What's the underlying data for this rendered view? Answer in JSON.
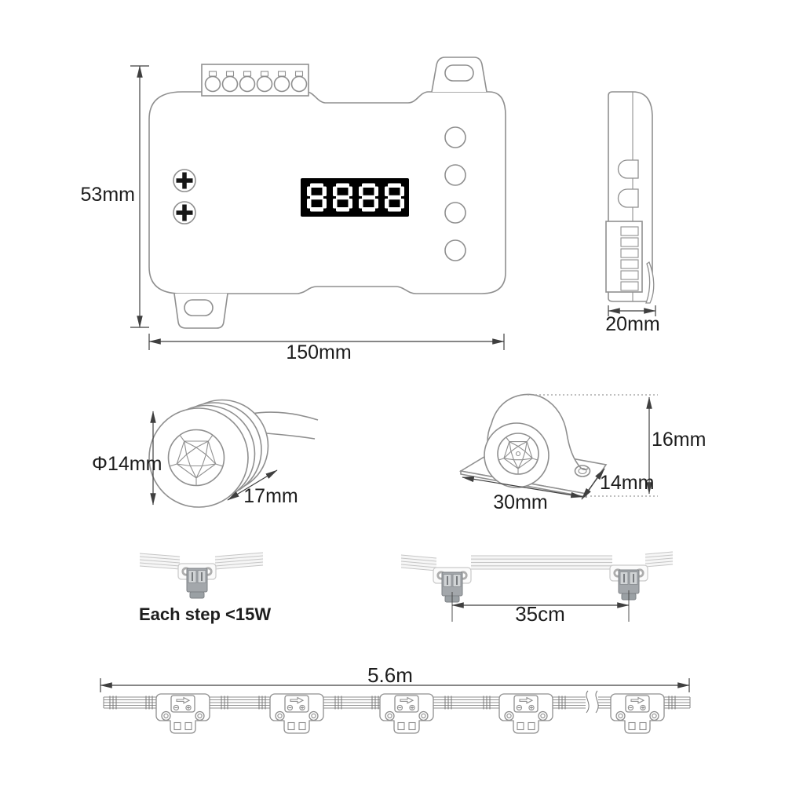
{
  "title": "LED controller and PIR sensor dimensions diagram",
  "colors": {
    "outline": "#8f8f8f",
    "dimension": "#3f3f3f",
    "text": "#1d1d1d",
    "display_bg": "#000000",
    "display_fg": "#ffffff",
    "photo_edge": "#c9c9c9",
    "photo_socket": "#a3a7ab",
    "photo_socket_edge": "#7e8286",
    "photo_clip": "#d0d3d5",
    "photo_slot": "#63676a",
    "ribbon_line": "#c6c6c6",
    "ribbon_fill": "#f6f6f6"
  },
  "controller_front": {
    "height": "53mm",
    "width": "150mm",
    "display_value": "8888"
  },
  "controller_side": {
    "depth": "20mm"
  },
  "round_sensor": {
    "diameter": "Φ14mm",
    "length": "17mm"
  },
  "bracket_sensor": {
    "width": "30mm",
    "depth": "14mm",
    "height": "16mm"
  },
  "inline_module": {
    "caption": "Each step <15W"
  },
  "module_spacing": {
    "label": "35cm"
  },
  "strip": {
    "total_length": "5.6m"
  }
}
